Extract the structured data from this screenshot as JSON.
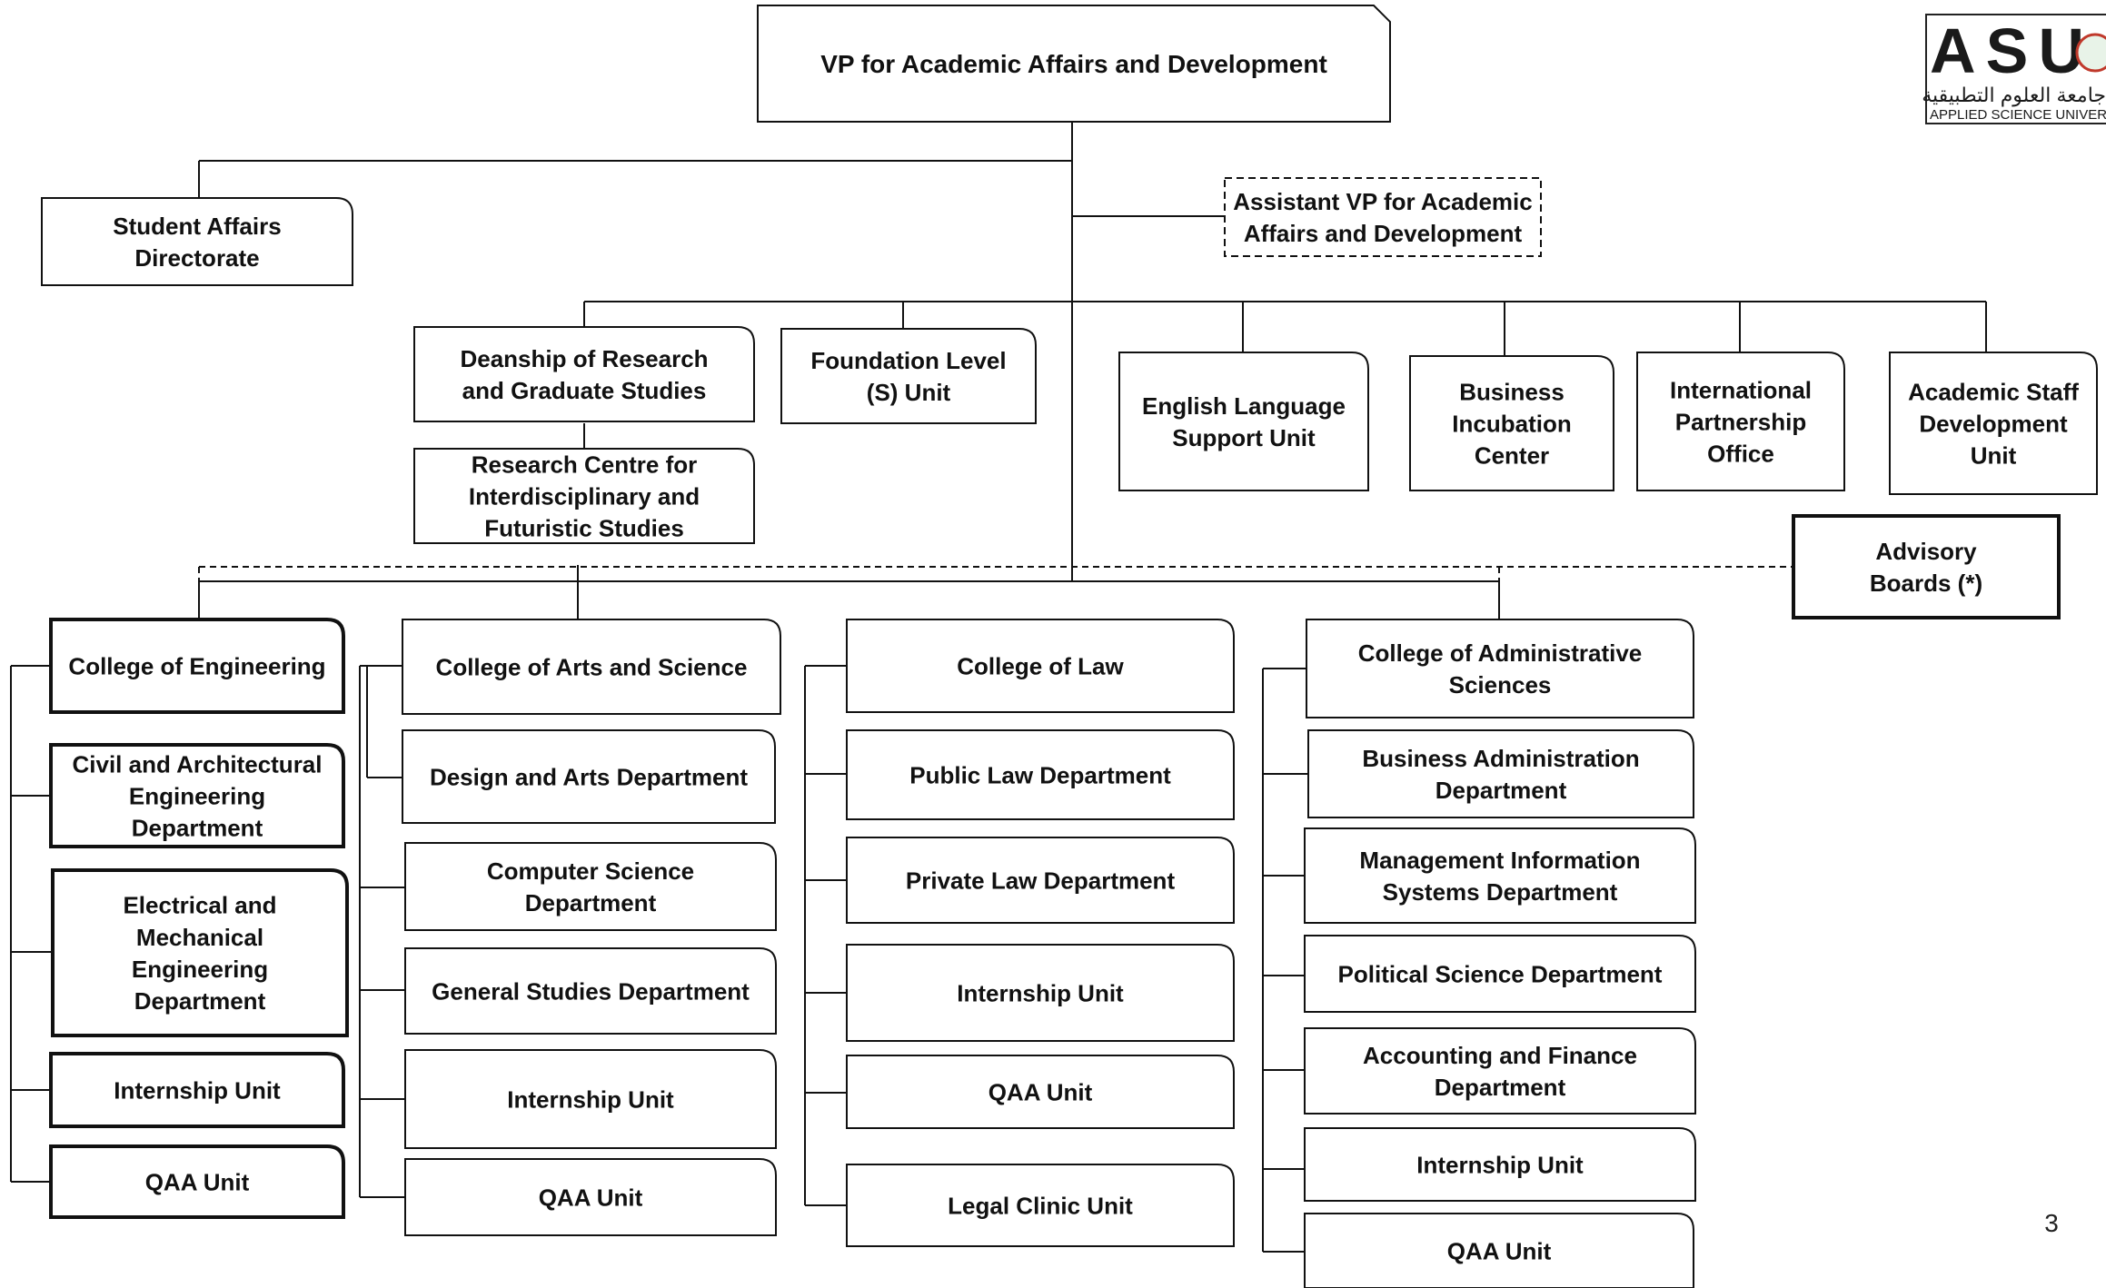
{
  "logo": {
    "mark": "ASU",
    "arabic": "جامعة العلوم التطبيقية",
    "english": "APPLIED SCIENCE UNIVERSITY"
  },
  "page_number": "3",
  "org": {
    "vp": "VP for Academic Affairs and Development",
    "student_affairs": [
      "Student Affairs",
      "Directorate"
    ],
    "assistant_vp": [
      "Assistant VP for Academic",
      "Affairs and Development"
    ],
    "deanship": [
      "Deanship of Research",
      "and Graduate Studies"
    ],
    "research_centre": [
      "Research Centre for",
      "Interdisciplinary and",
      "Futuristic Studies"
    ],
    "foundation": [
      "Foundation Level",
      "(S) Unit"
    ],
    "english_unit": [
      "English Language",
      "Support Unit"
    ],
    "business_incubation": [
      "Business",
      "Incubation",
      "Center"
    ],
    "intl_partnership": [
      "International",
      "Partnership",
      "Office"
    ],
    "academic_staff": [
      "Academic Staff",
      "Development",
      "Unit"
    ],
    "advisory": [
      "Advisory",
      "Boards (*)"
    ],
    "eng": {
      "college": [
        "College of Engineering"
      ],
      "civil": [
        "Civil and Architectural",
        "Engineering",
        "Department"
      ],
      "electrical": [
        "Electrical and",
        "Mechanical",
        "Engineering",
        "Department"
      ],
      "internship": [
        "Internship Unit"
      ],
      "qaa": [
        "QAA Unit"
      ]
    },
    "arts": {
      "college": [
        "College of Arts and Science"
      ],
      "design": [
        "Design and Arts Department"
      ],
      "cs": [
        "Computer Science",
        "Department"
      ],
      "general": [
        "General Studies Department"
      ],
      "internship": [
        "Internship Unit"
      ],
      "qaa": [
        "QAA Unit"
      ]
    },
    "law": {
      "college": [
        "College of Law"
      ],
      "public": [
        "Public Law Department"
      ],
      "private": [
        "Private Law Department"
      ],
      "internship": [
        "Internship Unit"
      ],
      "qaa": [
        "QAA Unit"
      ],
      "clinic": [
        "Legal Clinic Unit"
      ]
    },
    "admin": {
      "college": [
        "College of Administrative",
        "Sciences"
      ],
      "business": [
        "Business Administration",
        "Department"
      ],
      "mis": [
        "Management Information",
        "Systems Department"
      ],
      "political": [
        "Political Science Department"
      ],
      "accounting": [
        "Accounting and Finance",
        "Department"
      ],
      "internship": [
        "Internship Unit"
      ],
      "qaa": [
        "QAA Unit"
      ]
    }
  }
}
